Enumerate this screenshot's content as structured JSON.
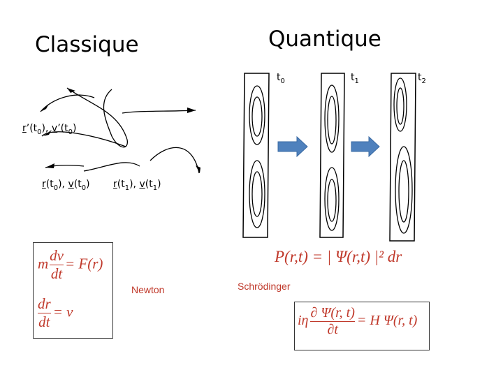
{
  "titles": {
    "classique": "Classique",
    "quantique": "Quantique"
  },
  "time_labels": {
    "t0": "t",
    "t0_sub": "0",
    "t1": "t",
    "t1_sub": "1",
    "t2": "t",
    "t2_sub": "2"
  },
  "labels": {
    "r_prime_state": {
      "r": "r",
      "r_prime": "’",
      "t0a": "(t",
      "t0a_sub": "0",
      "sep": "), ",
      "v": "v",
      "v_prime": "’",
      "t0b": "(t",
      "t0b_sub": "0",
      "end": ")"
    },
    "r_t0_state": {
      "r": "r",
      "t0a": "(t",
      "t0a_sub": "0",
      "sep": "), ",
      "v": "v",
      "t0b": "(t",
      "t0b_sub": "0",
      "end": ")"
    },
    "r_t1_state": {
      "r": "r",
      "t1a": "(t",
      "t1a_sub": "1",
      "sep": "), ",
      "v": "v",
      "t1b": "(t",
      "t1b_sub": "1",
      "end": ")"
    },
    "newton": "Newton",
    "schrodinger": "Schrödinger"
  },
  "equations": {
    "newton_1": {
      "m": "m",
      "num": "dv",
      "den": "dt",
      "rhs": "= F(r)"
    },
    "newton_2": {
      "num": "dr",
      "den": "dt",
      "rhs": "= v"
    },
    "probability": "P(r,t) = | Ψ(r,t) |² dr",
    "schrodinger": {
      "lhs": "iη",
      "num": "∂ Ψ(r, t)",
      "den": "∂t",
      "rhs": "= H Ψ(r, t)"
    }
  },
  "colors": {
    "arrow_blue": "#4f81bd",
    "equation_red": "#c0392b",
    "outline": "#000000"
  }
}
